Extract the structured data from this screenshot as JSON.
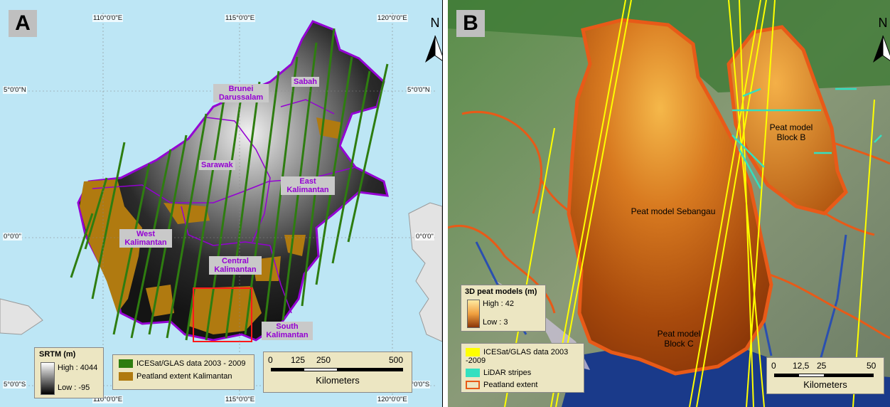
{
  "panel_a": {
    "label": "A",
    "north": "N",
    "coords_top": [
      "110°0'0\"E",
      "115°0'0\"E",
      "120°0'0\"E"
    ],
    "coords_bottom": [
      "110°0'0\"E",
      "115°0'0\"E",
      "120°0'0\"E"
    ],
    "coords_left": [
      "5°0'0\"N",
      "0°0'0\"",
      "5°0'0\"S"
    ],
    "coords_right": [
      "5°0'0\"N",
      "0°0'0\"",
      "5°0'0\"S"
    ],
    "regions": {
      "brunei": "Brunei Darussalam",
      "sabah": "Sabah",
      "sarawak": "Sarawak",
      "east_kalimantan": "East Kalimantan",
      "west_kalimantan": "West Kalimantan",
      "central_kalimantan": "Central Kalimantan",
      "south_kalimantan": "South Kalimantan"
    },
    "legend_srtm": {
      "title": "SRTM (m)",
      "high": "High : 4044",
      "low": "Low : -95"
    },
    "legend_data": {
      "glas": "ICESat/GLAS data 2003 - 2009",
      "peat": "Peatland extent Kalimantan",
      "glas_color": "#2e7d10",
      "peat_color": "#b07a10"
    },
    "scale": {
      "ticks": [
        "0",
        "125",
        "250",
        "500"
      ],
      "unit": "Kilometers"
    }
  },
  "panel_b": {
    "label": "B",
    "north": "N",
    "peat_labels": {
      "sebangau": "Peat model Sebangau",
      "block_b": "Peat model Block B",
      "block_c": "Peat model Block C"
    },
    "legend_model": {
      "title": "3D peat models (m)",
      "high": "High : 42",
      "low": "Low : 3"
    },
    "legend_data": {
      "glas": "ICESat/GLAS data 2003 -2009",
      "lidar": "LiDAR stripes",
      "peat": "Peatland extent",
      "glas_color": "#ffff00",
      "lidar_color": "#33e0c0",
      "peat_color": "#e85a18"
    },
    "scale": {
      "ticks": [
        "0",
        "12,5",
        "25",
        "50"
      ],
      "unit": "Kilometers"
    }
  }
}
